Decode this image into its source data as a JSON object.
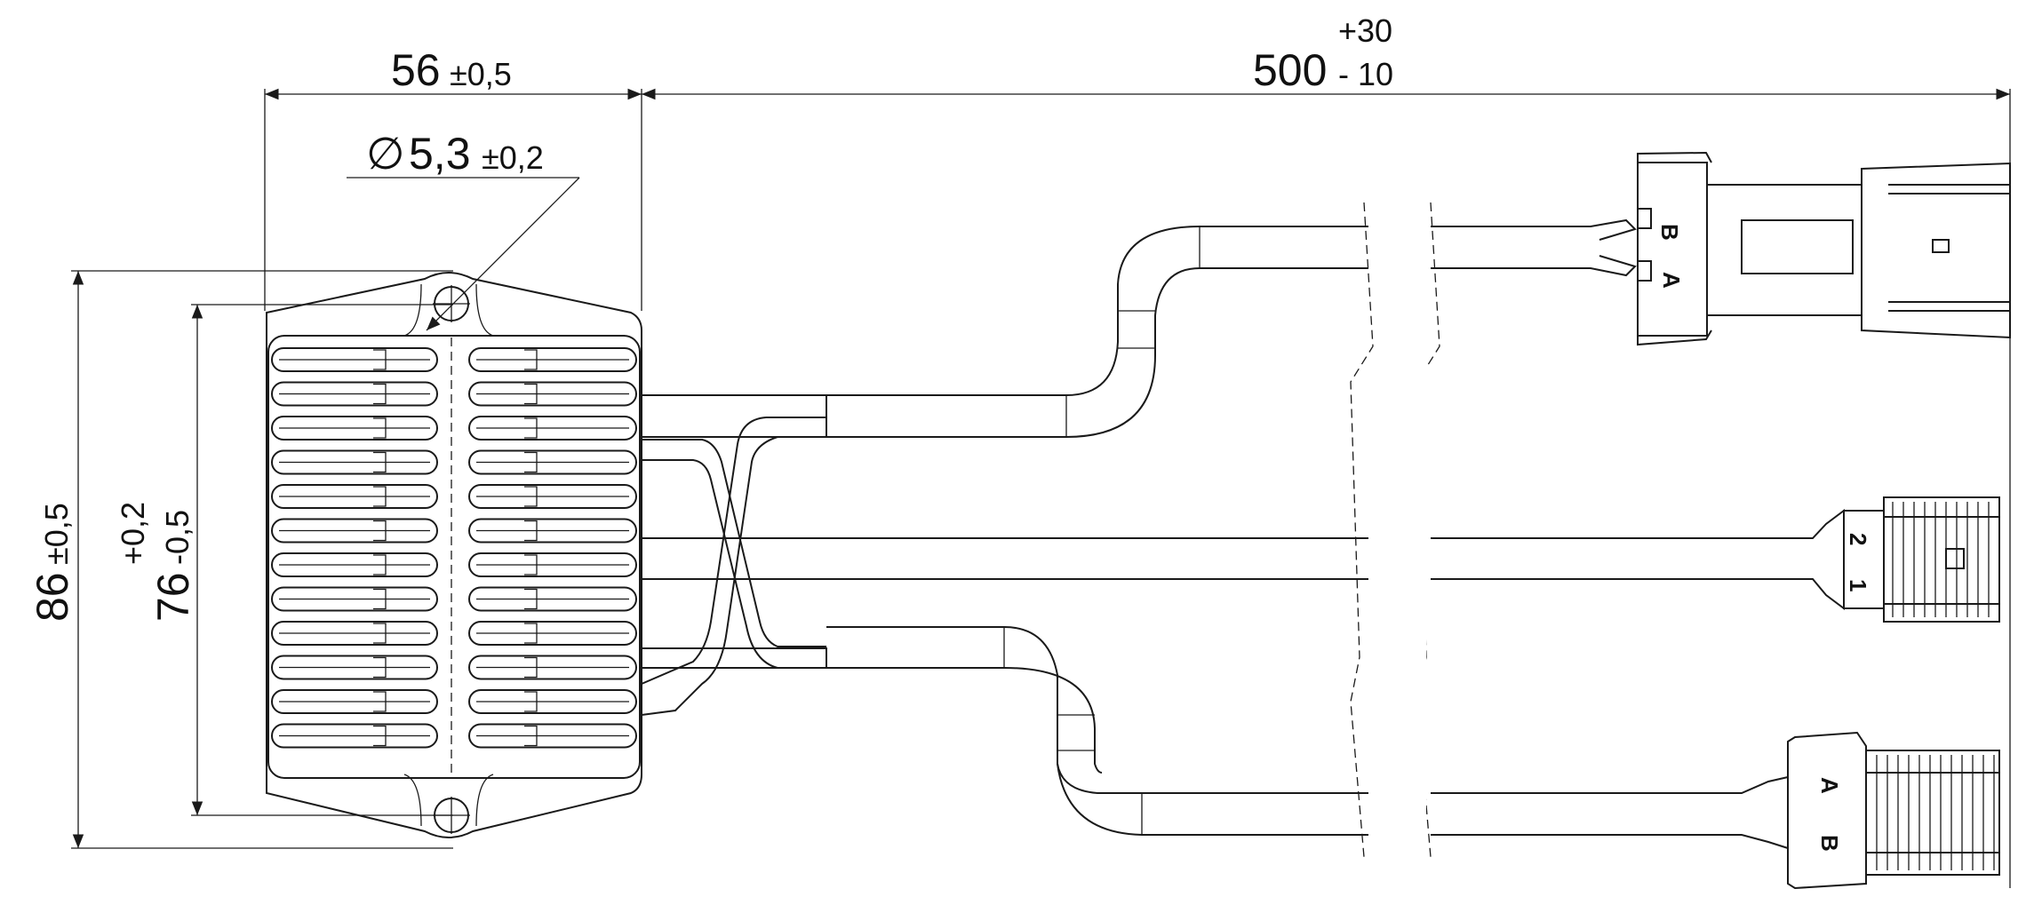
{
  "dimensions": {
    "width": {
      "value": "56",
      "tolerance": "±0,5"
    },
    "hole": {
      "symbol": "∅",
      "value": "5,3",
      "tolerance": "±0,2"
    },
    "cable_length": {
      "value": "500",
      "tol_plus": "+30",
      "tol_minus": "- 10"
    },
    "height_outer": {
      "value": "86",
      "tolerance": "±0,5"
    },
    "height_inner": {
      "value": "76",
      "tol_plus": "+0,2",
      "tol_minus": "-0,5"
    }
  },
  "connectors": {
    "top": {
      "pin_b": "B",
      "pin_a": "A"
    },
    "middle": {
      "pin_2": "2",
      "pin_1": "1"
    },
    "bottom": {
      "pin_a": "A",
      "pin_b": "B"
    }
  },
  "colors": {
    "line": "#1a1a1a",
    "background": "#ffffff"
  }
}
